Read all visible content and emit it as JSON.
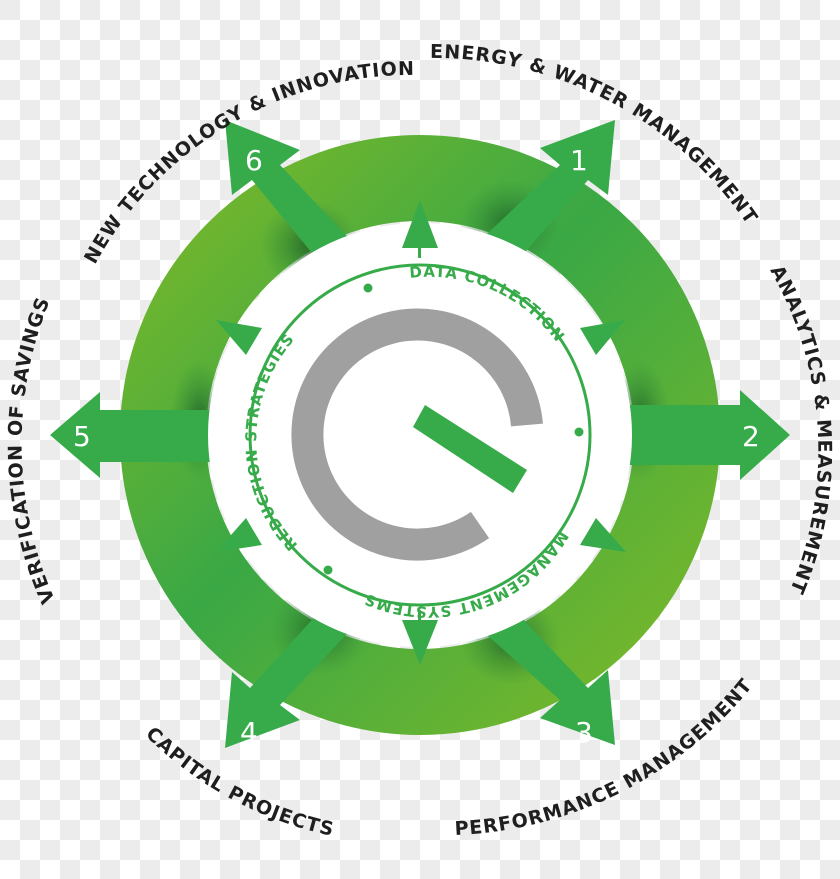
{
  "diagram": {
    "type": "circular-process",
    "colors": {
      "ring_light": "#7ab82a",
      "ring_mid": "#3aa845",
      "ring_dark": "#236b2c",
      "arrow": "#37ab4a",
      "inner_text": "#37ab4a",
      "logo_gray": "#a0a0a0",
      "logo_green": "#37ab4a",
      "outer_text": "#1f1f1f"
    },
    "steps": [
      {
        "number": "1",
        "label": "ENERGY & WATER MANAGEMENT"
      },
      {
        "number": "2",
        "label": "ANALYTICS & MEASUREMENT"
      },
      {
        "number": "3",
        "label": "PERFORMANCE MANAGEMENT"
      },
      {
        "number": "4",
        "label": "CAPITAL PROJECTS"
      },
      {
        "number": "5",
        "label": "VERIFICATION OF SAVINGS"
      },
      {
        "number": "6",
        "label": "NEW TECHNOLOGY & INNOVATION"
      }
    ],
    "inner_ring": [
      {
        "label": "DATA COLLECTION"
      },
      {
        "label": "MANAGEMENT SYSTEMS"
      },
      {
        "label": "REDUCTION STRATEGIES"
      }
    ],
    "center_logo": "power-q-logo"
  }
}
